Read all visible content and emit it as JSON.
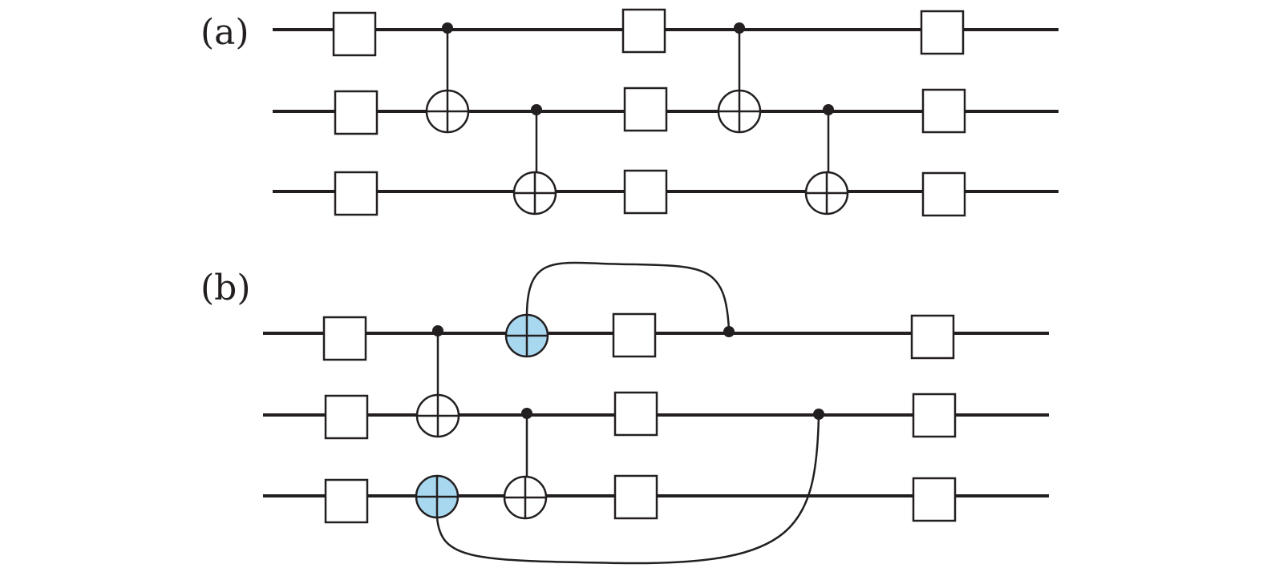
{
  "panels": [
    {
      "id": "a",
      "label": "(a)",
      "qubits": 3,
      "single_qubit_gate_columns": 3,
      "cnots": [
        {
          "control": 0,
          "target": 1,
          "highlighted": false
        },
        {
          "control": 1,
          "target": 2,
          "highlighted": false
        },
        {
          "control": 0,
          "target": 1,
          "highlighted": false
        },
        {
          "control": 1,
          "target": 2,
          "highlighted": false
        }
      ]
    },
    {
      "id": "b",
      "label": "(b)",
      "qubits": 3,
      "single_qubit_gate_columns": 3,
      "cnots": [
        {
          "control": 0,
          "target": 1,
          "highlighted": false
        },
        {
          "control": 1,
          "target": 2,
          "highlighted": false
        },
        {
          "control": 0,
          "target": 0,
          "highlighted": true,
          "routed_over_top": true
        },
        {
          "control": 1,
          "target": 2,
          "highlighted": true,
          "routed_under_bottom": true
        }
      ]
    }
  ],
  "colors": {
    "line": "#231f20",
    "highlight_fill": "#a8d8f0",
    "gate_fill": "#ffffff"
  }
}
